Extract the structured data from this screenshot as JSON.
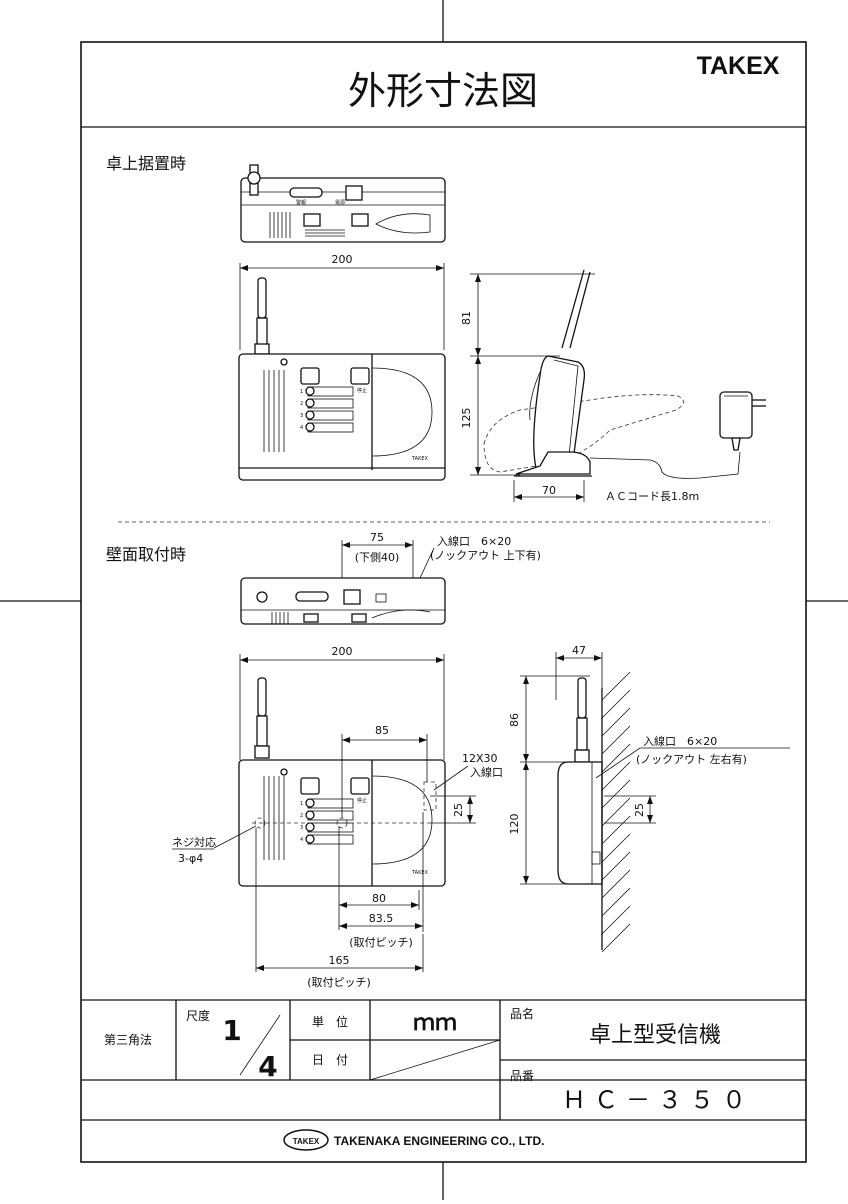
{
  "title": "外形寸法図",
  "brand": "TAKEX",
  "sections": {
    "desk": "卓上据置時",
    "wall": "壁面取付時"
  },
  "device_labels": {
    "takex": "TAKEX",
    "stop": "停止",
    "small": "警報",
    "small2": "電源",
    "ch1": "1",
    "ch2": "2",
    "ch3": "3",
    "ch4": "4"
  },
  "dims_desk": {
    "width": "200",
    "antenna_h": "81",
    "body_h": "125",
    "depth": "70",
    "ac_cord": "ＡＣコード長1.8m"
  },
  "dims_wall": {
    "d75": "75",
    "d75_note": "(下側40)",
    "entry_top": "入線口　6×20",
    "entry_top_note": "(ノックアウト 上下有)",
    "width": "200",
    "d85": "85",
    "d12x30": "12X30",
    "entry": "入線口",
    "d25a": "25",
    "screw": "ネジ対応",
    "holes": "3-φ4",
    "d80": "80",
    "d83_5": "83.5",
    "pitch1": "(取付ピッチ)",
    "d165": "165",
    "pitch2": "(取付ピッチ)",
    "d47": "47",
    "d86": "86",
    "d120": "120",
    "d25b": "25",
    "entry_side": "入線口　6×20",
    "entry_side_note": "(ノックアウト 左右有)"
  },
  "title_block": {
    "projection": "第三角法",
    "scale_label": "尺度",
    "scale_num": "1",
    "scale_den": "4",
    "unit_label": "単　位",
    "unit_value": "ｍｍ",
    "date_label": "日　付",
    "product_label": "品名",
    "product_name": "卓上型受信機",
    "model_label": "品番",
    "model_value": "ＨＣ－３５０",
    "footer_logo": "TAKEX",
    "footer_company": "TAKENAKA ENGINEERING CO., LTD."
  }
}
